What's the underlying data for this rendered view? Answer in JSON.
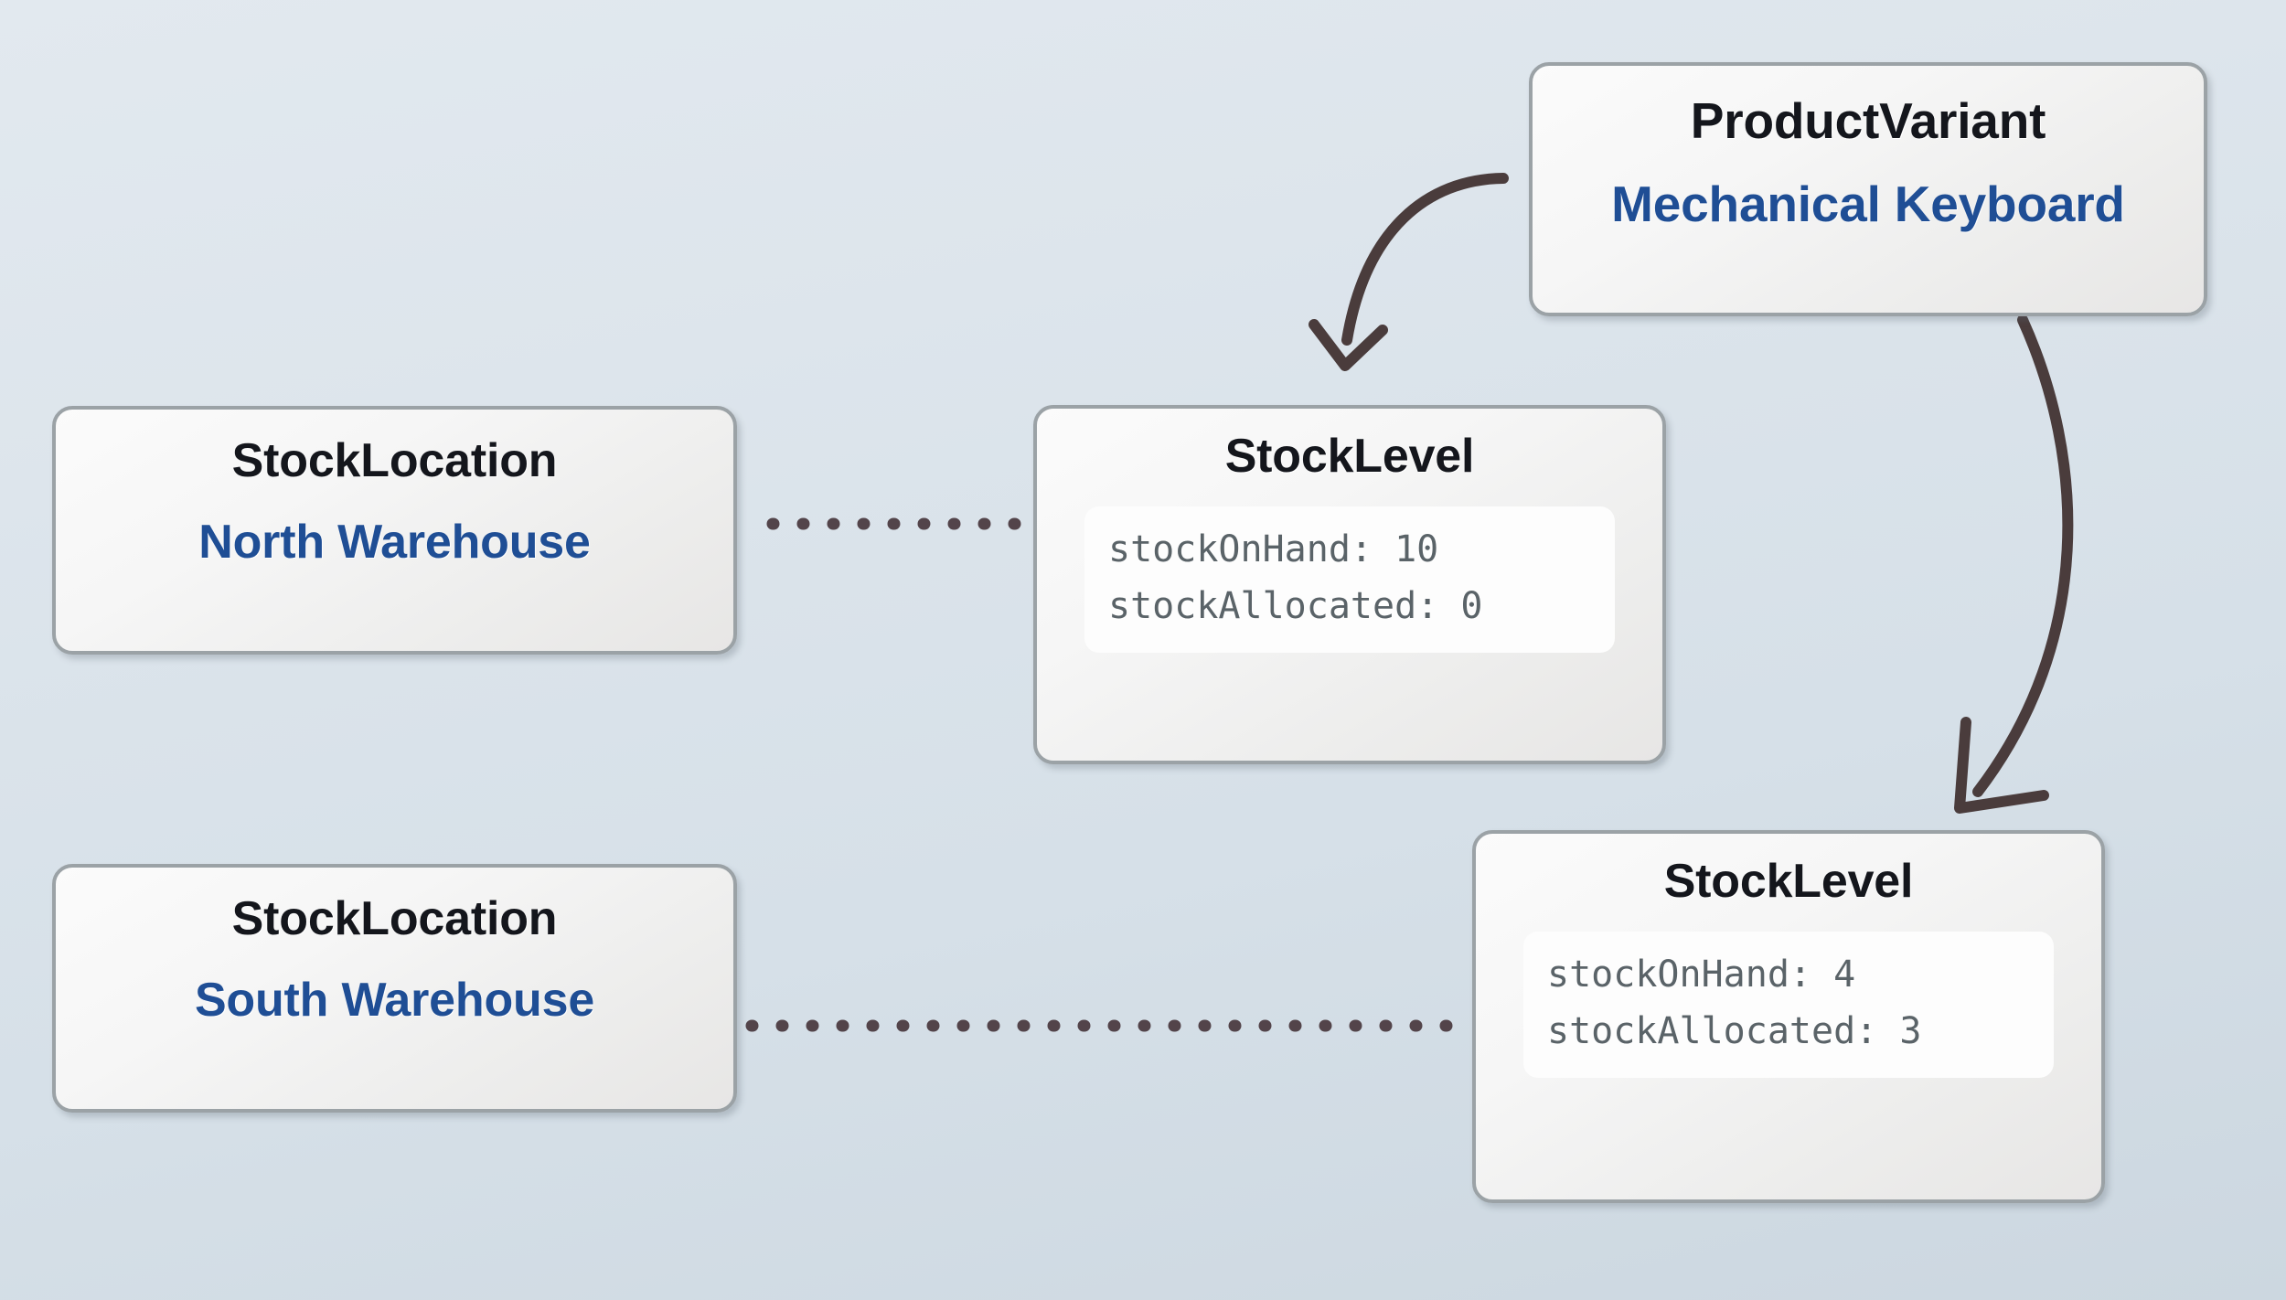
{
  "diagram": {
    "type": "entity-relationship-instance-diagram",
    "background_top_color": "#e2e9ef",
    "background_bottom_color": "#ccd7e0",
    "accent_blue": "#1f4e95",
    "title_color": "#14161c",
    "field_text_color": "#5a6368",
    "border_color": "#9ba2a6",
    "arrow_color": "#4a3c3c",
    "dotted_line_color": "#53444a"
  },
  "nodes": {
    "product_variant": {
      "entity": "ProductVariant",
      "instance": "Mechanical Keyboard"
    },
    "stock_location_north": {
      "entity": "StockLocation",
      "instance": "North Warehouse"
    },
    "stock_location_south": {
      "entity": "StockLocation",
      "instance": "South Warehouse"
    },
    "stock_level_north": {
      "entity": "StockLevel",
      "fields": [
        "stockOnHand: 10",
        "stockAllocated: 0"
      ]
    },
    "stock_level_south": {
      "entity": "StockLevel",
      "fields": [
        "stockOnHand: 4",
        "stockAllocated: 3"
      ]
    }
  },
  "connectors": [
    {
      "id": "variant-to-level-north",
      "style": "curved-arrow",
      "from": "product_variant",
      "to": "stock_level_north"
    },
    {
      "id": "variant-to-level-south",
      "style": "curved-arrow",
      "from": "product_variant",
      "to": "stock_level_south"
    },
    {
      "id": "north-location-to-level",
      "style": "dotted-line",
      "from": "stock_location_north",
      "to": "stock_level_north"
    },
    {
      "id": "south-location-to-level",
      "style": "dotted-line",
      "from": "stock_location_south",
      "to": "stock_level_south"
    }
  ]
}
